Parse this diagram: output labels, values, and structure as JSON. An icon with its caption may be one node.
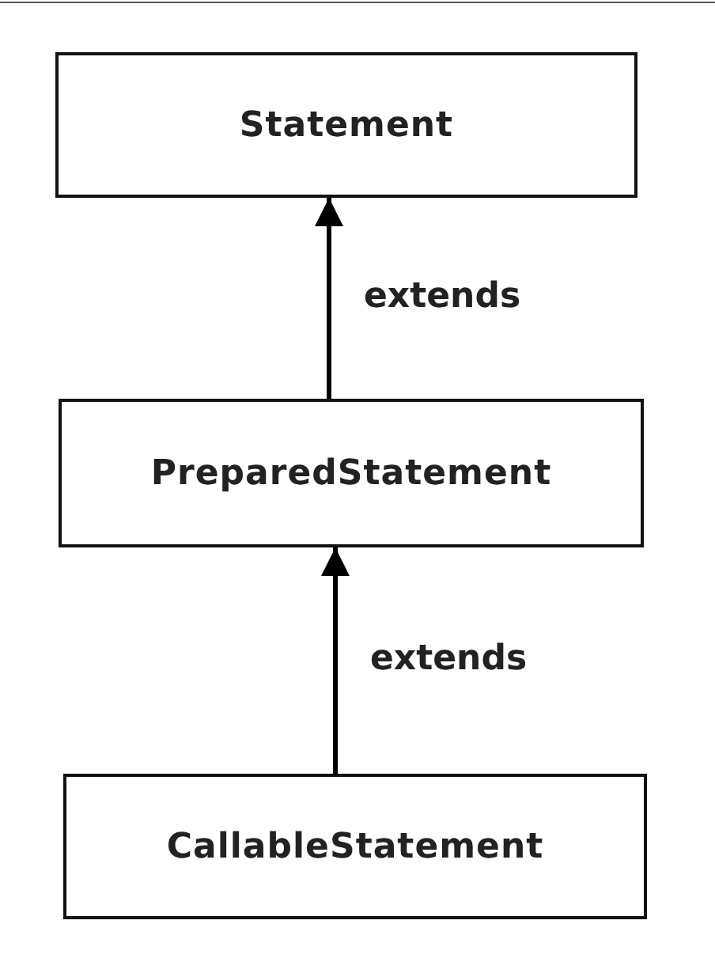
{
  "diagram": {
    "nodes": [
      {
        "text": [
          "Statement"
        ]
      },
      {
        "text": [
          "PreparedStatement"
        ]
      },
      {
        "text": [
          "CallableStatement"
        ]
      }
    ],
    "edges": [
      {
        "from": 1,
        "to": 0,
        "arrow": "to",
        "label": "extends"
      },
      {
        "from": 2,
        "to": 1,
        "arrow": "to",
        "label": "extends"
      }
    ]
  }
}
